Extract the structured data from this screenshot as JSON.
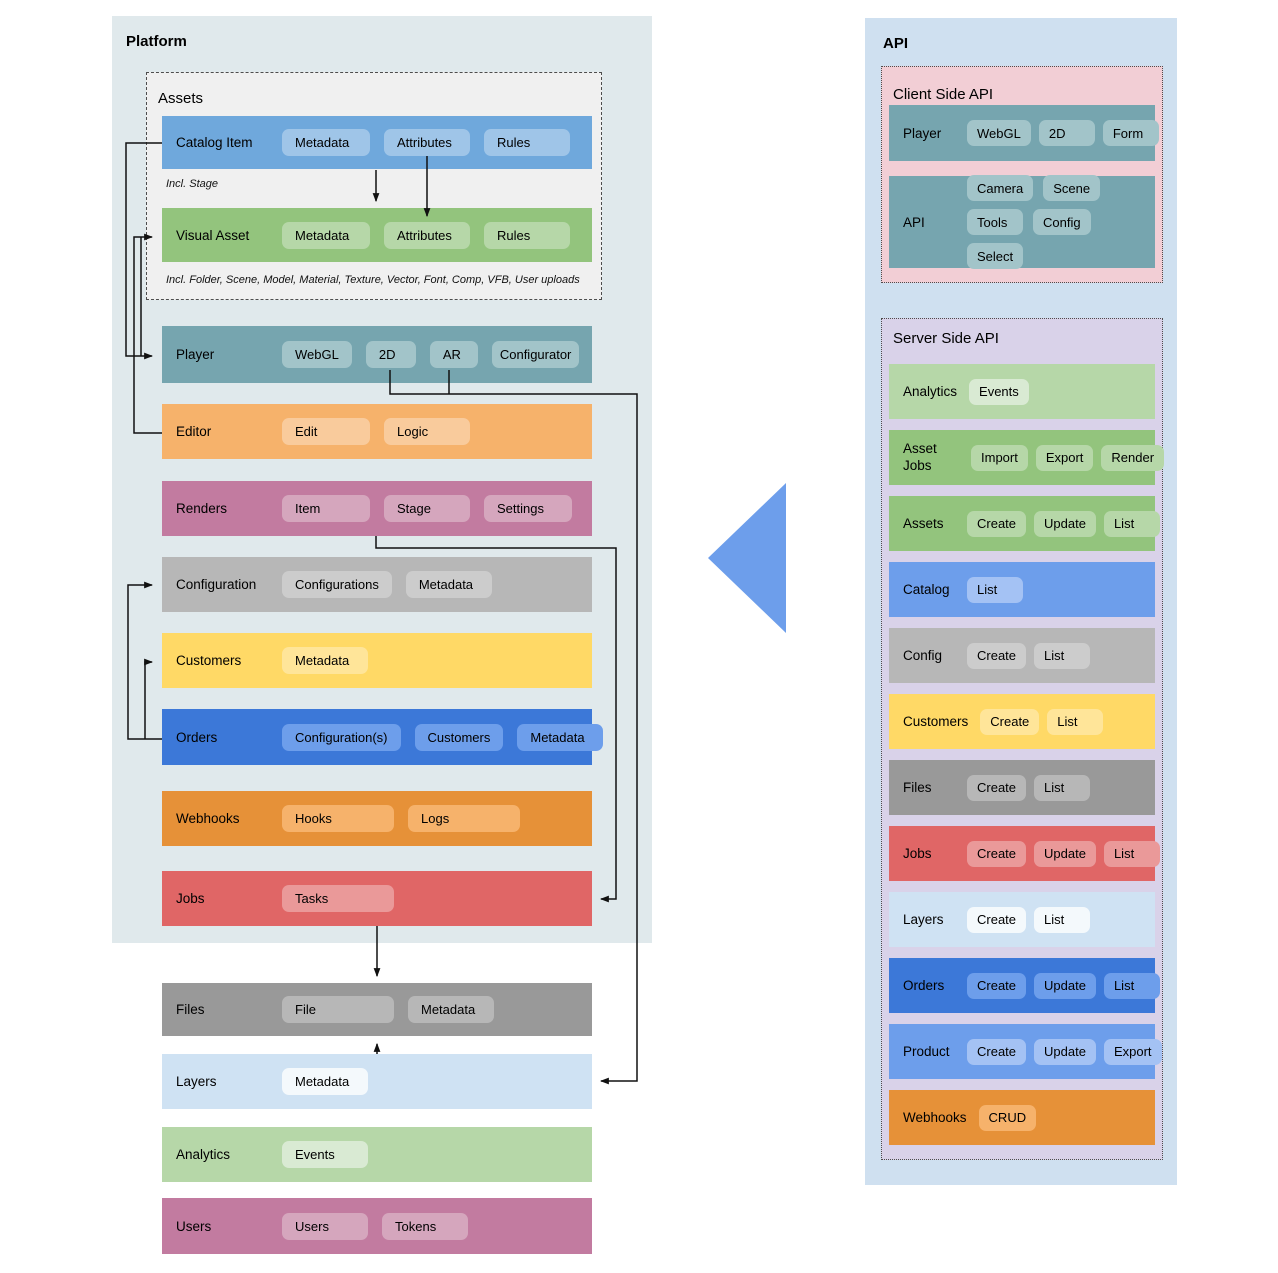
{
  "palette": {
    "line": "#111111",
    "flow_arrow_fill": "#6d9eeb",
    "platform_bg": "#e0e9ec",
    "api_bg": "#cfe0f0",
    "assets_group_bg": "#f0f0f0",
    "client_api_bg": "#f2ced5",
    "server_api_bg": "#d9d2e9"
  },
  "platform": {
    "title": "Platform",
    "assets_group": {
      "title": "Assets",
      "rows": [
        {
          "label": "Catalog Item",
          "chips": [
            "Metadata",
            "Attributes",
            "Rules"
          ],
          "note": "Incl. Stage",
          "row_color": "#6fa8dc",
          "chip_color": "#9fc5e8"
        },
        {
          "label": "Visual Asset",
          "chips": [
            "Metadata",
            "Attributes",
            "Rules"
          ],
          "note": "Incl. Folder, Scene, Model, Material, Texture, Vector, Font, Comp, VFB, User uploads",
          "row_color": "#93c47d",
          "chip_color": "#b6d7a8"
        }
      ]
    },
    "rows": [
      {
        "label": "Player",
        "chips": [
          "WebGL",
          "2D",
          "AR",
          "Configurator"
        ],
        "row_color": "#76a5af",
        "chip_color": "#a2c4c9"
      },
      {
        "label": "Editor",
        "chips": [
          "Edit",
          "Logic"
        ],
        "row_color": "#f6b26b",
        "chip_color": "#f9cb9c"
      },
      {
        "label": "Renders",
        "chips": [
          "Item",
          "Stage",
          "Settings"
        ],
        "row_color": "#c27ba0",
        "chip_color": "#d5a6bd"
      },
      {
        "label": "Configuration",
        "chips": [
          "Configurations",
          "Metadata"
        ],
        "row_color": "#b7b7b7",
        "chip_color": "#cccccc"
      },
      {
        "label": "Customers",
        "chips": [
          "Metadata"
        ],
        "row_color": "#ffd966",
        "chip_color": "#ffe599"
      },
      {
        "label": "Orders",
        "chips": [
          "Configuration(s)",
          "Customers",
          "Metadata"
        ],
        "row_color": "#3c78d8",
        "chip_color": "#6d9eeb"
      },
      {
        "label": "Webhooks",
        "chips": [
          "Hooks",
          "Logs"
        ],
        "row_color": "#e69138",
        "chip_color": "#f6b26b"
      },
      {
        "label": "Jobs",
        "chips": [
          "Tasks"
        ],
        "row_color": "#e06666",
        "chip_color": "#ea9999"
      }
    ],
    "external_rows": [
      {
        "label": "Files",
        "chips": [
          "File",
          "Metadata"
        ],
        "row_color": "#999999",
        "chip_color": "#b7b7b7"
      },
      {
        "label": "Layers",
        "chips": [
          "Metadata"
        ],
        "row_color": "#cfe2f3",
        "chip_color": "#f4f9fc"
      },
      {
        "label": "Analytics",
        "chips": [
          "Events"
        ],
        "row_color": "#b6d7a8",
        "chip_color": "#d9ead3"
      },
      {
        "label": "Users",
        "chips": [
          "Users",
          "Tokens"
        ],
        "row_color": "#c27ba0",
        "chip_color": "#d5a6bd"
      }
    ]
  },
  "api": {
    "title": "API",
    "client": {
      "title": "Client Side API",
      "rows": [
        {
          "label": "Player",
          "chips": [
            "WebGL",
            "2D",
            "Form"
          ],
          "row_color": "#76a5af",
          "chip_color": "#a2c4c9"
        },
        {
          "label": "API",
          "chips": [
            "Camera",
            "Scene",
            "Tools",
            "Config",
            "Select"
          ],
          "row_color": "#76a5af",
          "chip_color": "#a2c4c9"
        }
      ]
    },
    "server": {
      "title": "Server Side API",
      "rows": [
        {
          "label": "Analytics",
          "chips": [
            "Events"
          ],
          "row_color": "#b6d7a8",
          "chip_color": "#d9ead3"
        },
        {
          "label": "Asset Jobs",
          "chips": [
            "Import",
            "Export",
            "Render"
          ],
          "row_color": "#93c47d",
          "chip_color": "#b6d7a8"
        },
        {
          "label": "Assets",
          "chips": [
            "Create",
            "Update",
            "List"
          ],
          "row_color": "#93c47d",
          "chip_color": "#b6d7a8"
        },
        {
          "label": "Catalog",
          "chips": [
            "List"
          ],
          "row_color": "#6d9eeb",
          "chip_color": "#a4c2f4"
        },
        {
          "label": "Config",
          "chips": [
            "Create",
            "List"
          ],
          "row_color": "#b7b7b7",
          "chip_color": "#cccccc"
        },
        {
          "label": "Customers",
          "chips": [
            "Create",
            "List"
          ],
          "row_color": "#ffd966",
          "chip_color": "#ffe599"
        },
        {
          "label": "Files",
          "chips": [
            "Create",
            "List"
          ],
          "row_color": "#999999",
          "chip_color": "#b7b7b7"
        },
        {
          "label": "Jobs",
          "chips": [
            "Create",
            "Update",
            "List"
          ],
          "row_color": "#e06666",
          "chip_color": "#ea9999"
        },
        {
          "label": "Layers",
          "chips": [
            "Create",
            "List"
          ],
          "row_color": "#cfe2f3",
          "chip_color": "#f4f9fc"
        },
        {
          "label": "Orders",
          "chips": [
            "Create",
            "Update",
            "List"
          ],
          "row_color": "#3c78d8",
          "chip_color": "#6d9eeb"
        },
        {
          "label": "Product",
          "chips": [
            "Create",
            "Update",
            "Export"
          ],
          "row_color": "#6d9eeb",
          "chip_color": "#a4c2f4"
        },
        {
          "label": "Webhooks",
          "chips": [
            "CRUD"
          ],
          "row_color": "#e69138",
          "chip_color": "#f6b26b"
        }
      ]
    }
  }
}
